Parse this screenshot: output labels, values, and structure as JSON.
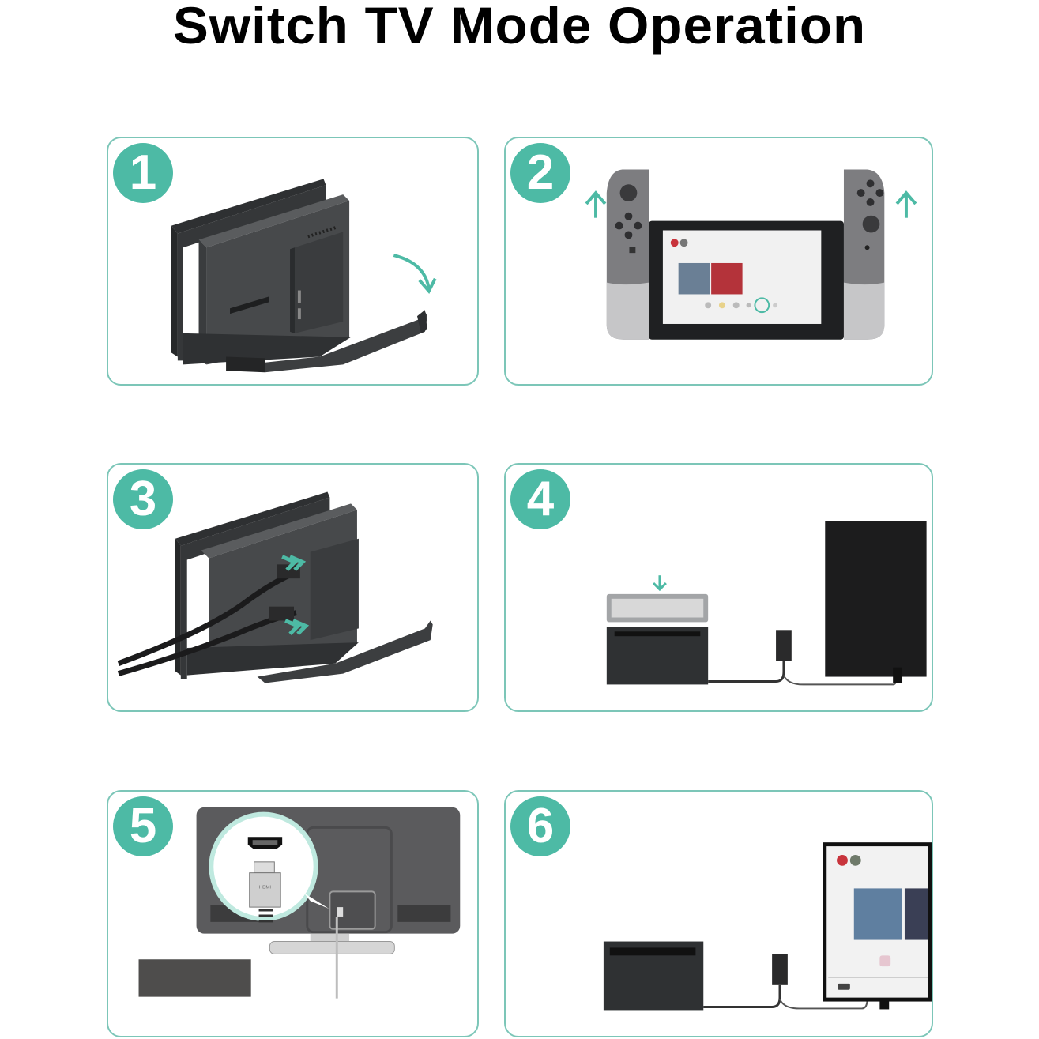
{
  "title": "Switch TV Mode Operation",
  "theme": {
    "accent": "#4dbaa5",
    "panel_border": "#7cc6b8",
    "device_dark": "#3d3f41",
    "joycon_gray": "#7d7d80"
  },
  "steps": [
    {
      "number": "1",
      "illustration": "dock-back-cover-opening",
      "arrow": "curved-down-arrow"
    },
    {
      "number": "2",
      "illustration": "detach-joycons-from-console",
      "arrow": "up-arrows"
    },
    {
      "number": "3",
      "illustration": "plug-cables-into-dock",
      "arrow": "right-arrows"
    },
    {
      "number": "4",
      "illustration": "insert-console-into-dock-connected-to-tv",
      "arrow": "down-arrow"
    },
    {
      "number": "5",
      "illustration": "connect-hdmi-to-tv",
      "callout_label": "HDMI"
    },
    {
      "number": "6",
      "illustration": "tv-displays-switch-home-screen"
    }
  ]
}
